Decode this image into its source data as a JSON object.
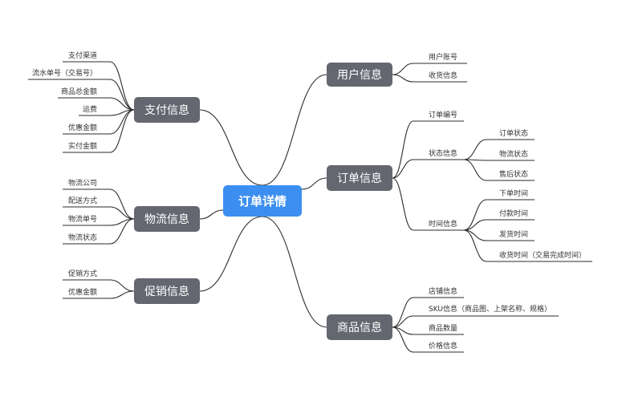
{
  "mindmap": {
    "center": "订单详情",
    "branches": [
      {
        "id": "user",
        "label": "用户信息",
        "children": [
          "用户账号",
          "收货信息"
        ]
      },
      {
        "id": "order",
        "label": "订单信息",
        "children": [
          "订单编号",
          "状态信息",
          "时间信息"
        ],
        "status_children": [
          "订单状态",
          "物流状态",
          "售后状态"
        ],
        "time_children": [
          "下单时间",
          "付款时间",
          "发货时间",
          "收货时间（交易完成时间）"
        ]
      },
      {
        "id": "goods",
        "label": "商品信息",
        "children": [
          "店铺信息",
          "SKU信息（商品图、上架名称、规格）",
          "商品数量",
          "价格信息"
        ]
      },
      {
        "id": "pay",
        "label": "支付信息",
        "children": [
          "支付渠道",
          "流水单号（交易号）",
          "商品总金额",
          "运费",
          "优惠金额",
          "实付金额"
        ]
      },
      {
        "id": "logistics",
        "label": "物流信息",
        "children": [
          "物流公司",
          "配送方式",
          "物流单号",
          "物流状态"
        ]
      },
      {
        "id": "promo",
        "label": "促销信息",
        "children": [
          "促销方式",
          "优惠金额"
        ]
      }
    ]
  },
  "colors": {
    "center": "#3c8ff0",
    "branch": "#646770",
    "line": "#2b2b2b",
    "text": "#333333"
  }
}
